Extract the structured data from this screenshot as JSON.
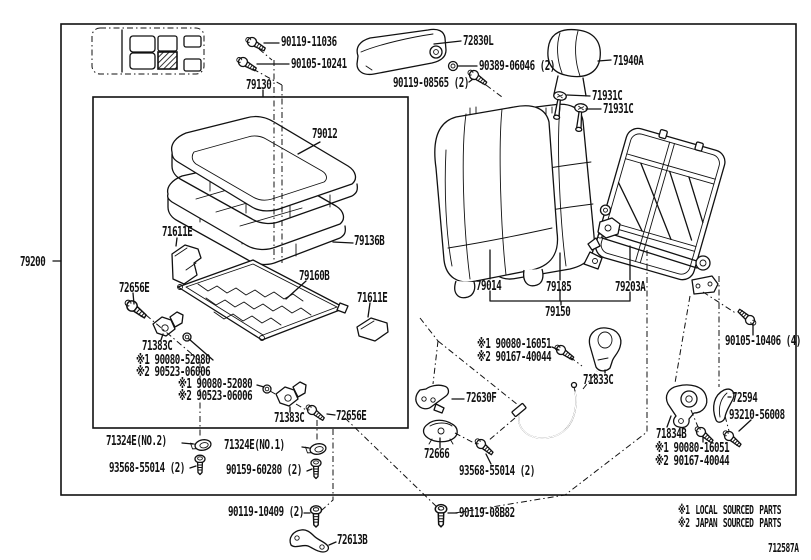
{
  "colors": {
    "ink": "#111111",
    "background": "#ffffff"
  },
  "figure": {
    "code": "712587A"
  },
  "groups": {
    "seat_assembly": "79200",
    "cushion_subassembly": "79130",
    "back_subassembly": "79150"
  },
  "labels": {
    "l79200": "79200",
    "l79130": "79130",
    "l90119_11036": "90119-11036",
    "l90105_10241": "90105-10241",
    "l72830L": "72830L",
    "l90389_06046": "90389-06046 (2)",
    "l90119_08565": "90119-08565 (2)",
    "l71940A": "71940A",
    "l71931C_a": "71931C",
    "l71931C_b": "71931C",
    "l79012": "79012",
    "l71611E_a": "71611E",
    "l79136B": "79136B",
    "l79160B": "79160B",
    "l72656E_a": "72656E",
    "l71611E_b": "71611E",
    "l71383C_a": "71383C",
    "n1_52080_a": "※1 90080-52080",
    "n2_06006_a": "※2 90523-06006",
    "n1_52080_b": "※1 90080-52080",
    "n2_06006_b": "※2 90523-06006",
    "l71383C_b": "71383C",
    "l72656E_b": "72656E",
    "l71324E_no2": "71324E(NO.2)",
    "l71324E_no1": "71324E(NO.1)",
    "l93568_a": "93568-55014 (2)",
    "l90159_60280": "90159-60280 (2)",
    "l79014": "79014",
    "l79185": "79185",
    "l79203A": "79203A",
    "l79150": "79150",
    "l90105_10406": "90105-10406 (4)",
    "n1_16051_a": "※1 90080-16051",
    "n2_40044_a": "※2 90167-40044",
    "l71833C": "71833C",
    "l72630F": "72630F",
    "l72666": "72666",
    "l93568_b": "93568-55014 (2)",
    "l72594": "72594",
    "l93210_56008": "93210-56008",
    "l71834B": "71834B",
    "n1_16051_b": "※1 90080-16051",
    "n2_40044_b": "※2 90167-40044",
    "l90119_10409": "90119-10409 (2)",
    "l72613B": "72613B",
    "l90119_08B82": "90119-08B82",
    "legend1": "※1 LOCAL SOURCED PARTS",
    "legend2": "※2 JAPAN SOURCED PARTS",
    "code": "712587A"
  }
}
